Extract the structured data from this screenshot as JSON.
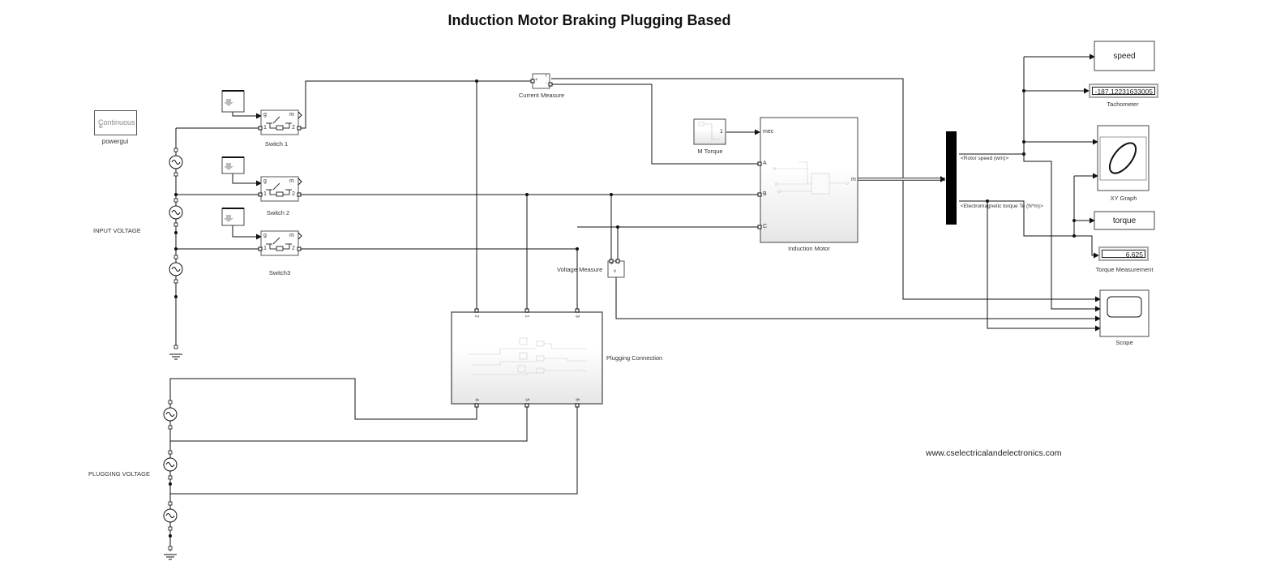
{
  "diagram": {
    "title": "Induction Motor Braking Plugging Based",
    "watermark": "www.cselectricalandelectronics.com",
    "labels": {
      "input_voltage": "INPUT VOLTAGE",
      "plugging_voltage": "PLUGGING VOLTAGE"
    },
    "blocks": {
      "powergui": {
        "name": "powergui",
        "text": "Continuous",
        "icon": "link-icon"
      },
      "switch1": {
        "name": "Switch 1",
        "ports": {
          "g": "g",
          "m": "m",
          "in": "1",
          "out": "2"
        }
      },
      "switch2": {
        "name": "Switch 2",
        "ports": {
          "g": "g",
          "m": "m",
          "in": "1",
          "out": "2"
        }
      },
      "switch3": {
        "name": "Switch3",
        "ports": {
          "g": "g",
          "m": "m",
          "in": "1",
          "out": "2"
        }
      },
      "current_measure": {
        "name": "Current Measure",
        "plus": "+",
        "minus": "-",
        "out": "i"
      },
      "voltage_measure": {
        "name": "Voltage Measure",
        "plus": "+",
        "minus": "-",
        "out": "v"
      },
      "m_torque": {
        "name": "M Torque",
        "value": "1"
      },
      "induction_motor": {
        "name": "Induction Motor",
        "ports": {
          "mec": "mec",
          "a": "A",
          "b": "B",
          "c": "C",
          "m": "m"
        }
      },
      "plugging_connection": {
        "name": "Plugging Connection",
        "ports_top": [
          "2",
          "1",
          "3"
        ],
        "ports_bottom": [
          "4",
          "5",
          "6"
        ]
      },
      "bus_selector": {
        "signals": [
          "<Rotor speed (wm)>",
          "<Electromagnetic torque Te (N*m)>"
        ]
      },
      "speed_goto": {
        "text": "speed"
      },
      "tachometer": {
        "name": "Tachometer",
        "value": "-187.12231633005"
      },
      "xy_graph": {
        "name": "XY Graph"
      },
      "torque_goto": {
        "text": "torque"
      },
      "torque_measurement": {
        "name": "Torque Measurement",
        "value": "6.625"
      },
      "scope": {
        "name": "Scope"
      }
    }
  }
}
